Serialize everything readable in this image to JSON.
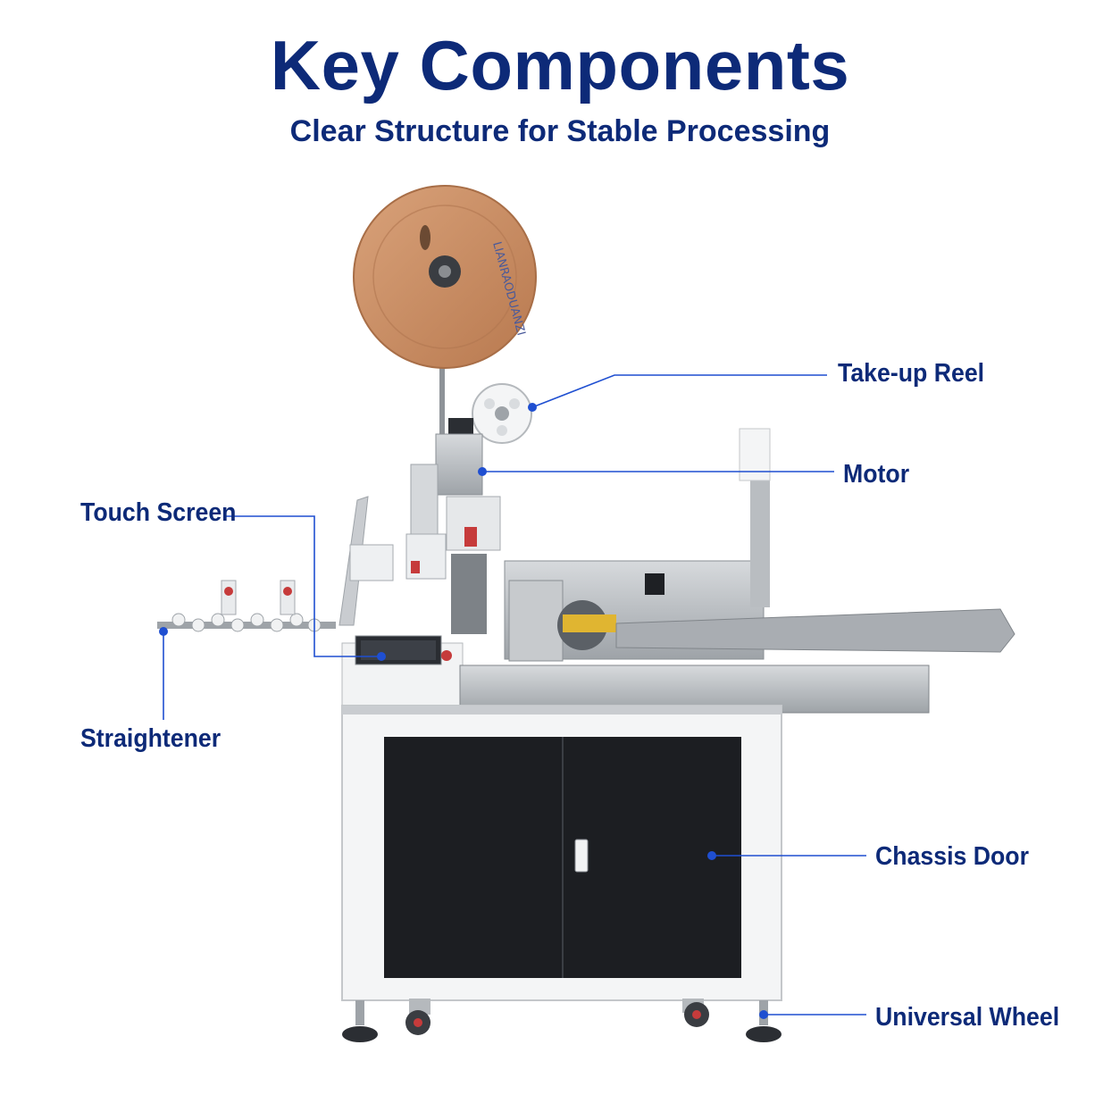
{
  "header": {
    "title": "Key Components",
    "subtitle": "Clear Structure for Stable Processing"
  },
  "reel": {
    "brand_text": "LIANRAODUANZI"
  },
  "callouts": {
    "take_up_reel": "Take-up Reel",
    "motor": "Motor",
    "touch_screen": "Touch Screen",
    "straightener": "Straightener",
    "chassis_door": "Chassis Door",
    "universal_wheel": "Universal Wheel"
  },
  "colors": {
    "title": "#0d2a78",
    "leader_line": "#1f4fd1",
    "reel": "#c98b62",
    "cabinet_door": "#1c1e22",
    "steel": "#b8bcc0"
  }
}
